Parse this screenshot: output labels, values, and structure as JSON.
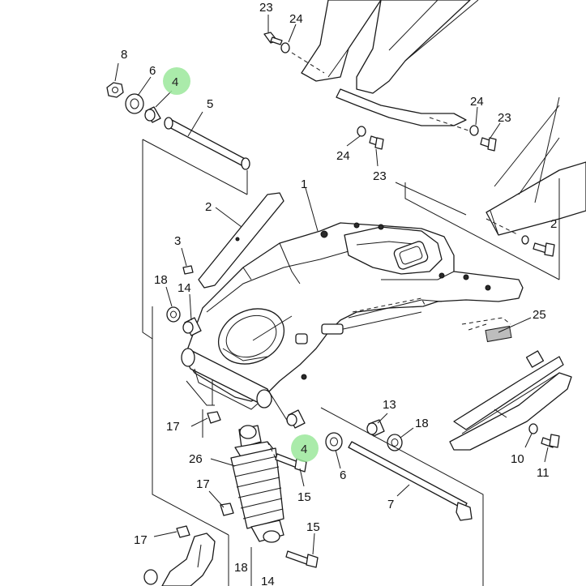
{
  "diagram": {
    "highlight_color": "#9be79b",
    "callouts": {
      "c8": "8",
      "c6_top": "6",
      "c4_top": "4",
      "c5": "5",
      "c23_a": "23",
      "c24_a": "24",
      "c24_b": "24",
      "c23_b": "23",
      "c24_c": "24",
      "c23_c": "23",
      "c1": "1",
      "c2": "2",
      "c3": "3",
      "c2_right": "2",
      "c18_left": "18",
      "c14_left": "14",
      "c25": "25",
      "c17_a": "17",
      "c13": "13",
      "c18_right": "18",
      "c26": "26",
      "c4_bottom": "4",
      "c15_a": "15",
      "c6_bottom": "6",
      "c10": "10",
      "c11": "11",
      "c7": "7",
      "c17_b": "17",
      "c17_c": "17",
      "c15_b": "15",
      "c18_bottom": "18",
      "c14_bottom": "14"
    }
  }
}
